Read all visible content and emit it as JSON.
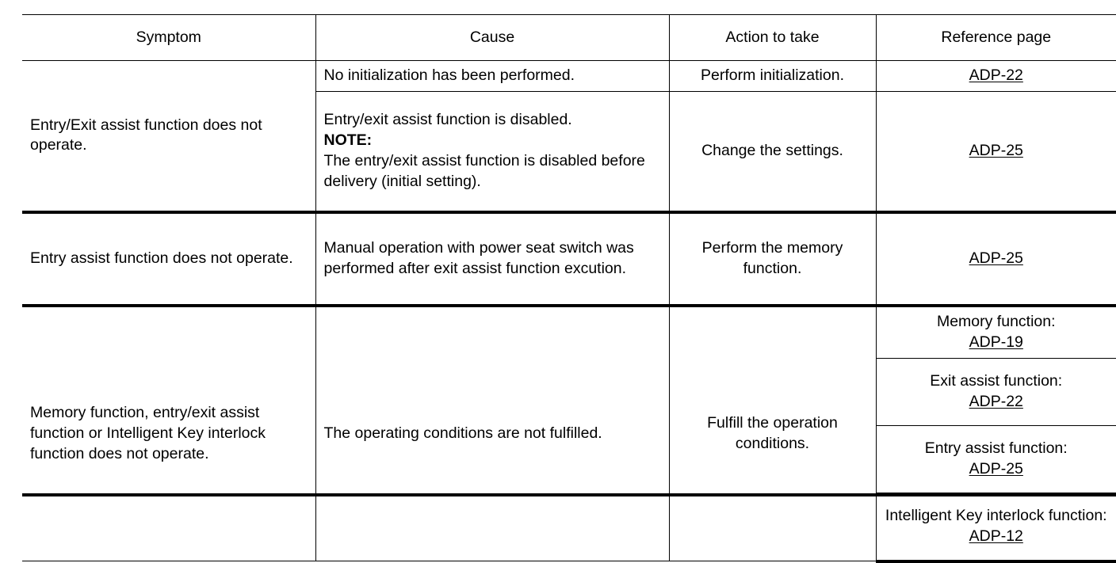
{
  "table": {
    "columns": [
      {
        "key": "symptom",
        "label": "Symptom"
      },
      {
        "key": "cause",
        "label": "Cause"
      },
      {
        "key": "action",
        "label": "Action to take"
      },
      {
        "key": "reference",
        "label": "Reference page"
      }
    ],
    "rows": [
      {
        "symptom": "Entry/Exit assist function does not operate.",
        "subrows": [
          {
            "cause_lines": [
              "No initialization has been performed."
            ],
            "note_label": "",
            "note_lines": [],
            "action": "Perform initialization.",
            "references": [
              {
                "prefix": "",
                "link": "ADP-22"
              }
            ]
          },
          {
            "cause_lines": [
              "Entry/exit assist function is disabled."
            ],
            "note_label": "NOTE:",
            "note_lines": [
              "The entry/exit assist function is disabled before delivery (initial setting)."
            ],
            "action": "Change the settings.",
            "references": [
              {
                "prefix": "",
                "link": "ADP-25"
              }
            ]
          }
        ]
      },
      {
        "symptom": "Entry assist function does not operate.",
        "subrows": [
          {
            "cause_lines": [
              "Manual operation with power seat switch was performed after exit assist function excution."
            ],
            "note_label": "",
            "note_lines": [],
            "action": "Perform the memory function.",
            "references": [
              {
                "prefix": "",
                "link": "ADP-25"
              }
            ]
          }
        ]
      },
      {
        "symptom": "Memory function, entry/exit assist function or Intelligent Key interlock function does not operate.",
        "subrows": [
          {
            "cause_lines": [
              "The operating conditions are not fulfilled."
            ],
            "note_label": "",
            "note_lines": [],
            "action": "Fulfill the operation conditions.",
            "references": [
              {
                "prefix": "Memory function:",
                "link": "ADP-19"
              },
              {
                "prefix": "Exit assist function:",
                "link": "ADP-22"
              },
              {
                "prefix": "Entry assist function:",
                "link": "ADP-25"
              },
              {
                "prefix": "Intelligent Key interlock function:",
                "link": "ADP-12"
              }
            ]
          }
        ]
      }
    ]
  }
}
